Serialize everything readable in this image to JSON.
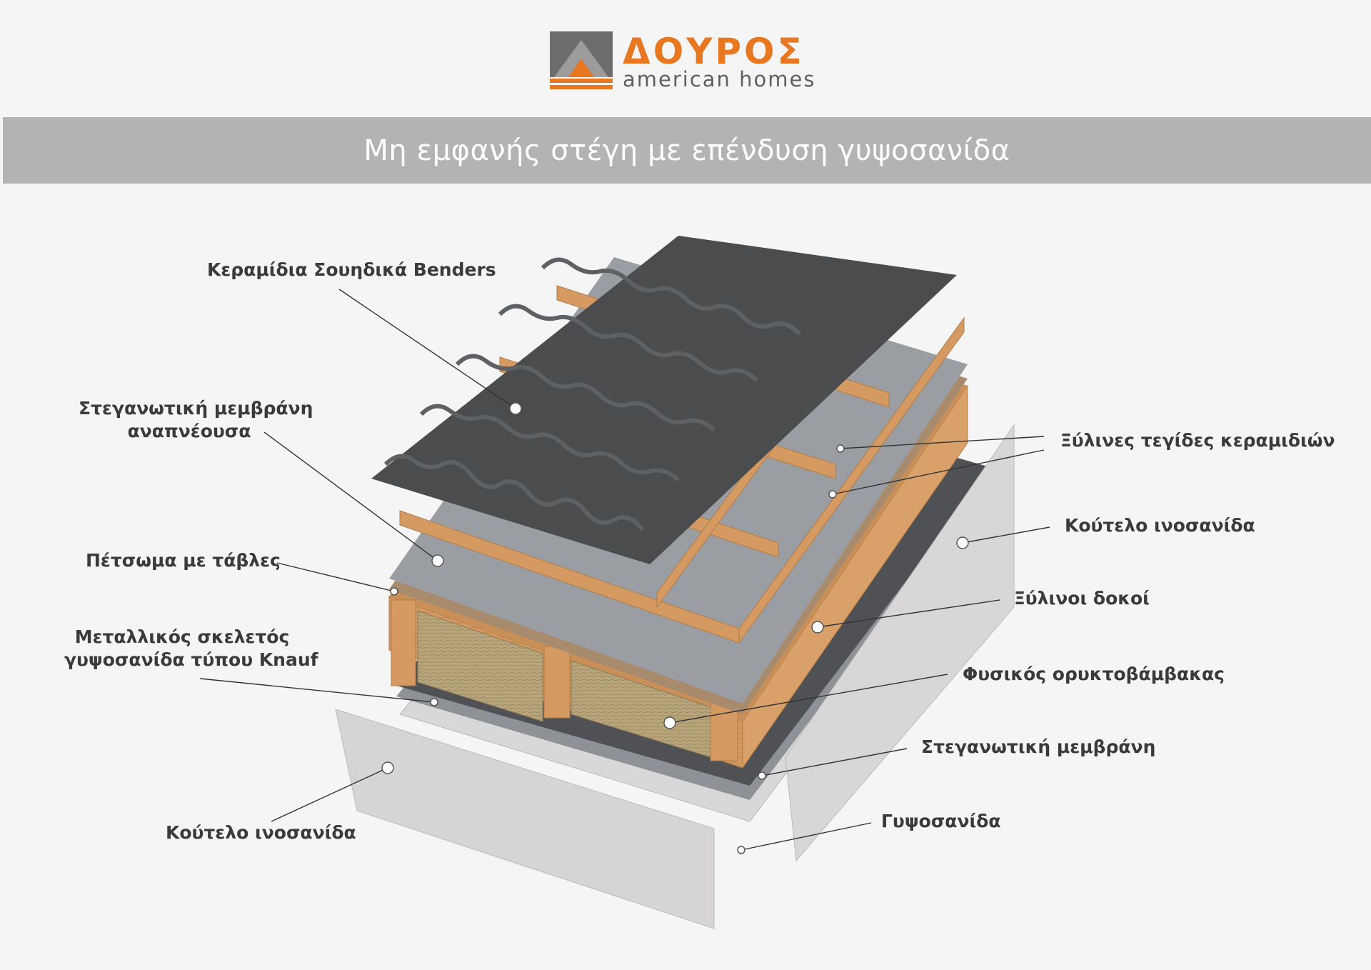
{
  "brand": {
    "name": "ΔΟΥΡΟΣ",
    "tagline": "american homes",
    "accent_color": "#e87722",
    "logo_gray": "#6d6d6d"
  },
  "title": "Μη εμφανής στέγη με επένδυση γυψοσανίδα",
  "colors": {
    "banner": "#b3b3b3",
    "tiles": "#4a4c4e",
    "wood": "#d59a62",
    "membrane": "#9a9ea2",
    "insulation": "#b9a57c",
    "board": "#d6d4d4"
  },
  "labels": {
    "tiles": "Κεραμίδια Σουηδικά Benders",
    "breathable_membrane_line1": "Στεγανωτική μεμβράνη",
    "breathable_membrane_line2": "αναπνέουσα",
    "decking": "Πέτσωμα με τάβλες",
    "metal_frame_line1": "Μεταλλικός σκελετός",
    "metal_frame_line2": "γυψοσανίδα τύπου Knauf",
    "fascia_left": "Κούτελο ινοσανίδα",
    "battens": "Ξύλινες τεγίδες κεραμιδιών",
    "fascia_right": "Κούτελο ινοσανίδα",
    "beams": "Ξύλινοι δοκοί",
    "mineral_wool": "Φυσικός ορυκτοβάμβακας",
    "membrane": "Στεγανωτική μεμβράνη",
    "plasterboard": "Γυψοσανίδα"
  }
}
